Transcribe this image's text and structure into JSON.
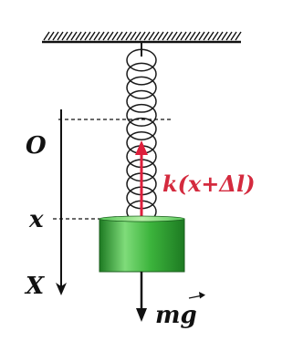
{
  "labels": {
    "origin": "O",
    "position": "x",
    "axis": "X",
    "spring_force": "k(x+Δl)",
    "weight": "mg"
  },
  "colors": {
    "background": "#ffffff",
    "spring": "#1a1a1a",
    "force_arrow": "#dd1f3c",
    "force_text": "#d42a3e",
    "block_light": "#7fdc7a",
    "block_mid": "#3cb43c",
    "block_dark": "#1d7a22",
    "lines": "#111111"
  },
  "icons": {
    "ceiling": "hatched-ceiling-icon",
    "spring": "coil-spring-icon",
    "block": "green-cylinder-block-icon",
    "vector_mark": "vector-arrow-icon"
  }
}
